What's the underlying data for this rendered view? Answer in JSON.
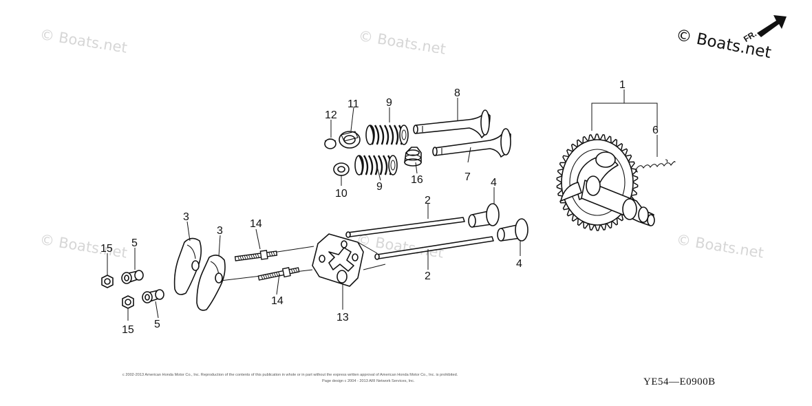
{
  "watermarks": [
    "© Boats.net",
    "© Boats.net",
    "© Boats.net",
    "© Boats.net",
    "© Boats.net"
  ],
  "brand": "© Boats.net",
  "direction_label": "FR.",
  "copyright_line1": "c 2002-2013 American Honda Motor Co., Inc. Reproduction of the contents of this publication in whole or in part without the express written approval of American Honda Motor Co., Inc. is prohibited.",
  "copyright_line2": "Page design c 2004 - 2013 ARI Network Services, Inc.",
  "diagram_code": "YE54—E0900B",
  "callouts": {
    "p1": "1",
    "p2a": "2",
    "p2b": "2",
    "p3a": "3",
    "p3b": "3",
    "p4a": "4",
    "p4b": "4",
    "p5a": "5",
    "p5b": "5",
    "p6": "6",
    "p7": "7",
    "p8": "8",
    "p9a": "9",
    "p9b": "9",
    "p10": "10",
    "p11": "11",
    "p12": "12",
    "p13": "13",
    "p14a": "14",
    "p14b": "14",
    "p15a": "15",
    "p15b": "15",
    "p16": "16"
  }
}
